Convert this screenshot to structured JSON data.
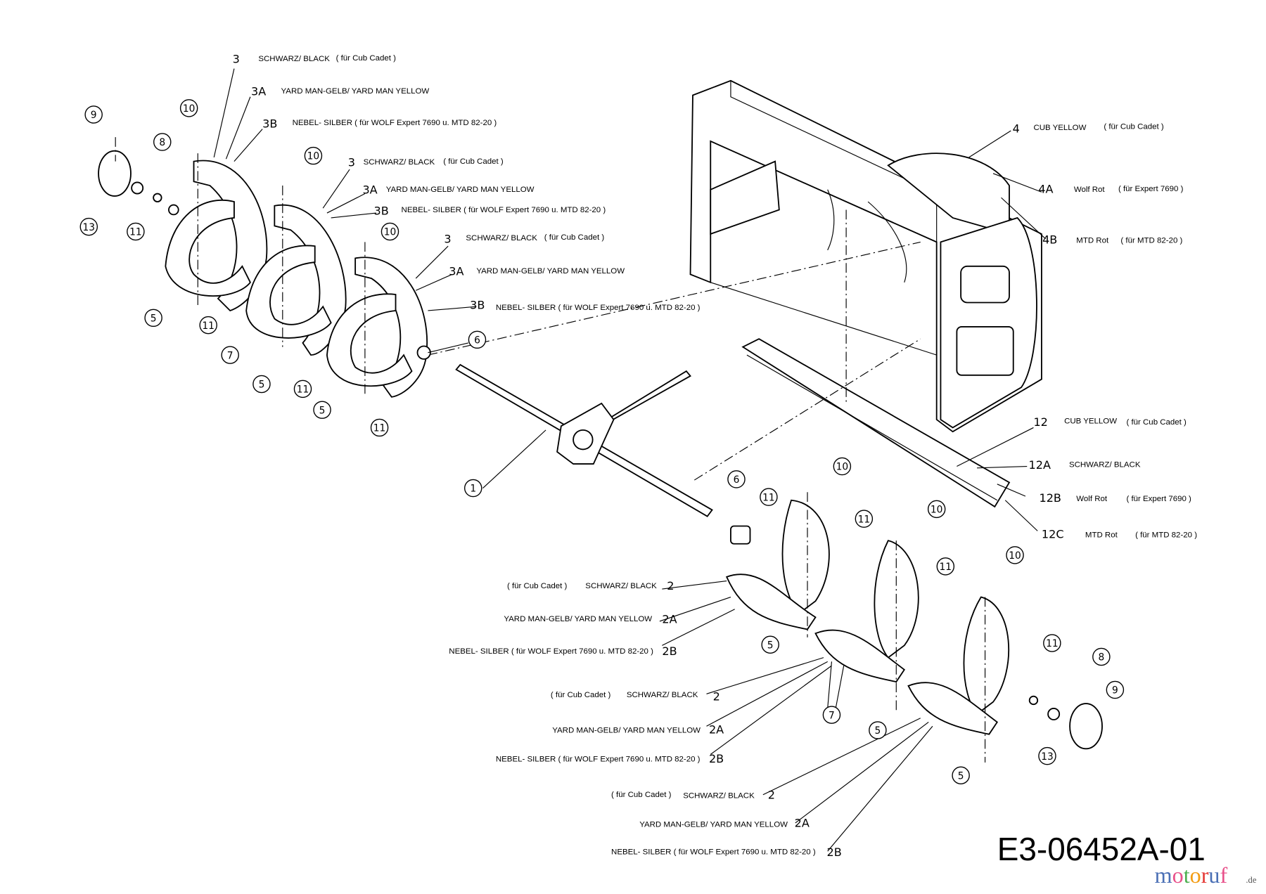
{
  "drawing_code": "E3-06452A-01",
  "watermark": {
    "brand": "motoruf",
    "tld": ".de",
    "colors": [
      "#4a6fb5",
      "#e8508a",
      "#4caf50",
      "#f39c12",
      "#e53935"
    ]
  },
  "labels": {
    "g3a": {
      "num": "3",
      "text": "SCHWARZ/ BLACK",
      "note": "( für Cub Cadet )"
    },
    "g3aA": {
      "num": "3A",
      "text": "YARD MAN-GELB/  YARD MAN YELLOW"
    },
    "g3aB": {
      "num": "3B",
      "text": "NEBEL- SILBER ( für WOLF Expert 7690  u. MTD 82-20 )"
    },
    "g3b": {
      "num": "3",
      "text": "SCHWARZ/ BLACK",
      "note": "( für Cub Cadet )"
    },
    "g3bA": {
      "num": "3A",
      "text": "YARD MAN-GELB/  YARD MAN YELLOW"
    },
    "g3bB": {
      "num": "3B",
      "text": "NEBEL- SILBER ( für WOLF Expert 7690  u. MTD 82-20 )"
    },
    "g3c": {
      "num": "3",
      "text": "SCHWARZ/ BLACK",
      "note": "( für Cub Cadet )"
    },
    "g3cA": {
      "num": "3A",
      "text": "YARD MAN-GELB/  YARD MAN YELLOW"
    },
    "g3cB": {
      "num": "3B",
      "text": "NEBEL- SILBER ( für WOLF Expert 7690  u. MTD 82-20 )"
    },
    "p4": {
      "num": "4",
      "text": "CUB YELLOW",
      "note": "( für Cub Cadet )"
    },
    "p4A": {
      "num": "4A",
      "text": "Wolf Rot",
      "note": "( für Expert 7690 )"
    },
    "p4B": {
      "num": "4B",
      "text": "MTD Rot",
      "note": "( für MTD 82-20 )"
    },
    "p12": {
      "num": "12",
      "text": "CUB YELLOW",
      "note": "( für Cub Cadet )"
    },
    "p12A": {
      "num": "12A",
      "text": "SCHWARZ/ BLACK"
    },
    "p12B": {
      "num": "12B",
      "text": "Wolf Rot",
      "note": "( für Expert 7690 )"
    },
    "p12C": {
      "num": "12C",
      "text": "MTD Rot",
      "note": "( für MTD 82-20 )"
    },
    "g2a": {
      "num": "2",
      "text": "SCHWARZ/ BLACK",
      "note": "( für Cub Cadet )"
    },
    "g2aA": {
      "num": "2A",
      "text": "YARD MAN-GELB/ YARD MAN YELLOW"
    },
    "g2aB": {
      "num": "2B",
      "text": "NEBEL- SILBER ( für WOLF Expert 7690  u. MTD 82-20 )"
    },
    "g2b": {
      "num": "2",
      "text": "SCHWARZ/ BLACK",
      "note": "( für Cub Cadet )"
    },
    "g2bA": {
      "num": "2A",
      "text": "YARD MAN-GELB/ YARD MAN YELLOW"
    },
    "g2bB": {
      "num": "2B",
      "text": "NEBEL- SILBER ( für WOLF Expert 7690  u. MTD 82-20 )"
    },
    "g2c": {
      "num": "2",
      "text": "SCHWARZ/ BLACK",
      "note": "( für Cub Cadet )"
    },
    "g2cA": {
      "num": "2A",
      "text": "YARD MAN-GELB/ YARD MAN YELLOW"
    },
    "g2cB": {
      "num": "2B",
      "text": "NEBEL- SILBER ( für WOLF Expert 7690  u. MTD 82-20 )"
    }
  },
  "callouts": [
    "9",
    "8",
    "10",
    "13",
    "11",
    "10",
    "10",
    "5",
    "11",
    "7",
    "5",
    "11",
    "5",
    "11",
    "6",
    "1",
    "6",
    "11",
    "10",
    "11",
    "10",
    "11",
    "10",
    "11",
    "8",
    "9",
    "5",
    "7",
    "5",
    "13",
    "5"
  ]
}
